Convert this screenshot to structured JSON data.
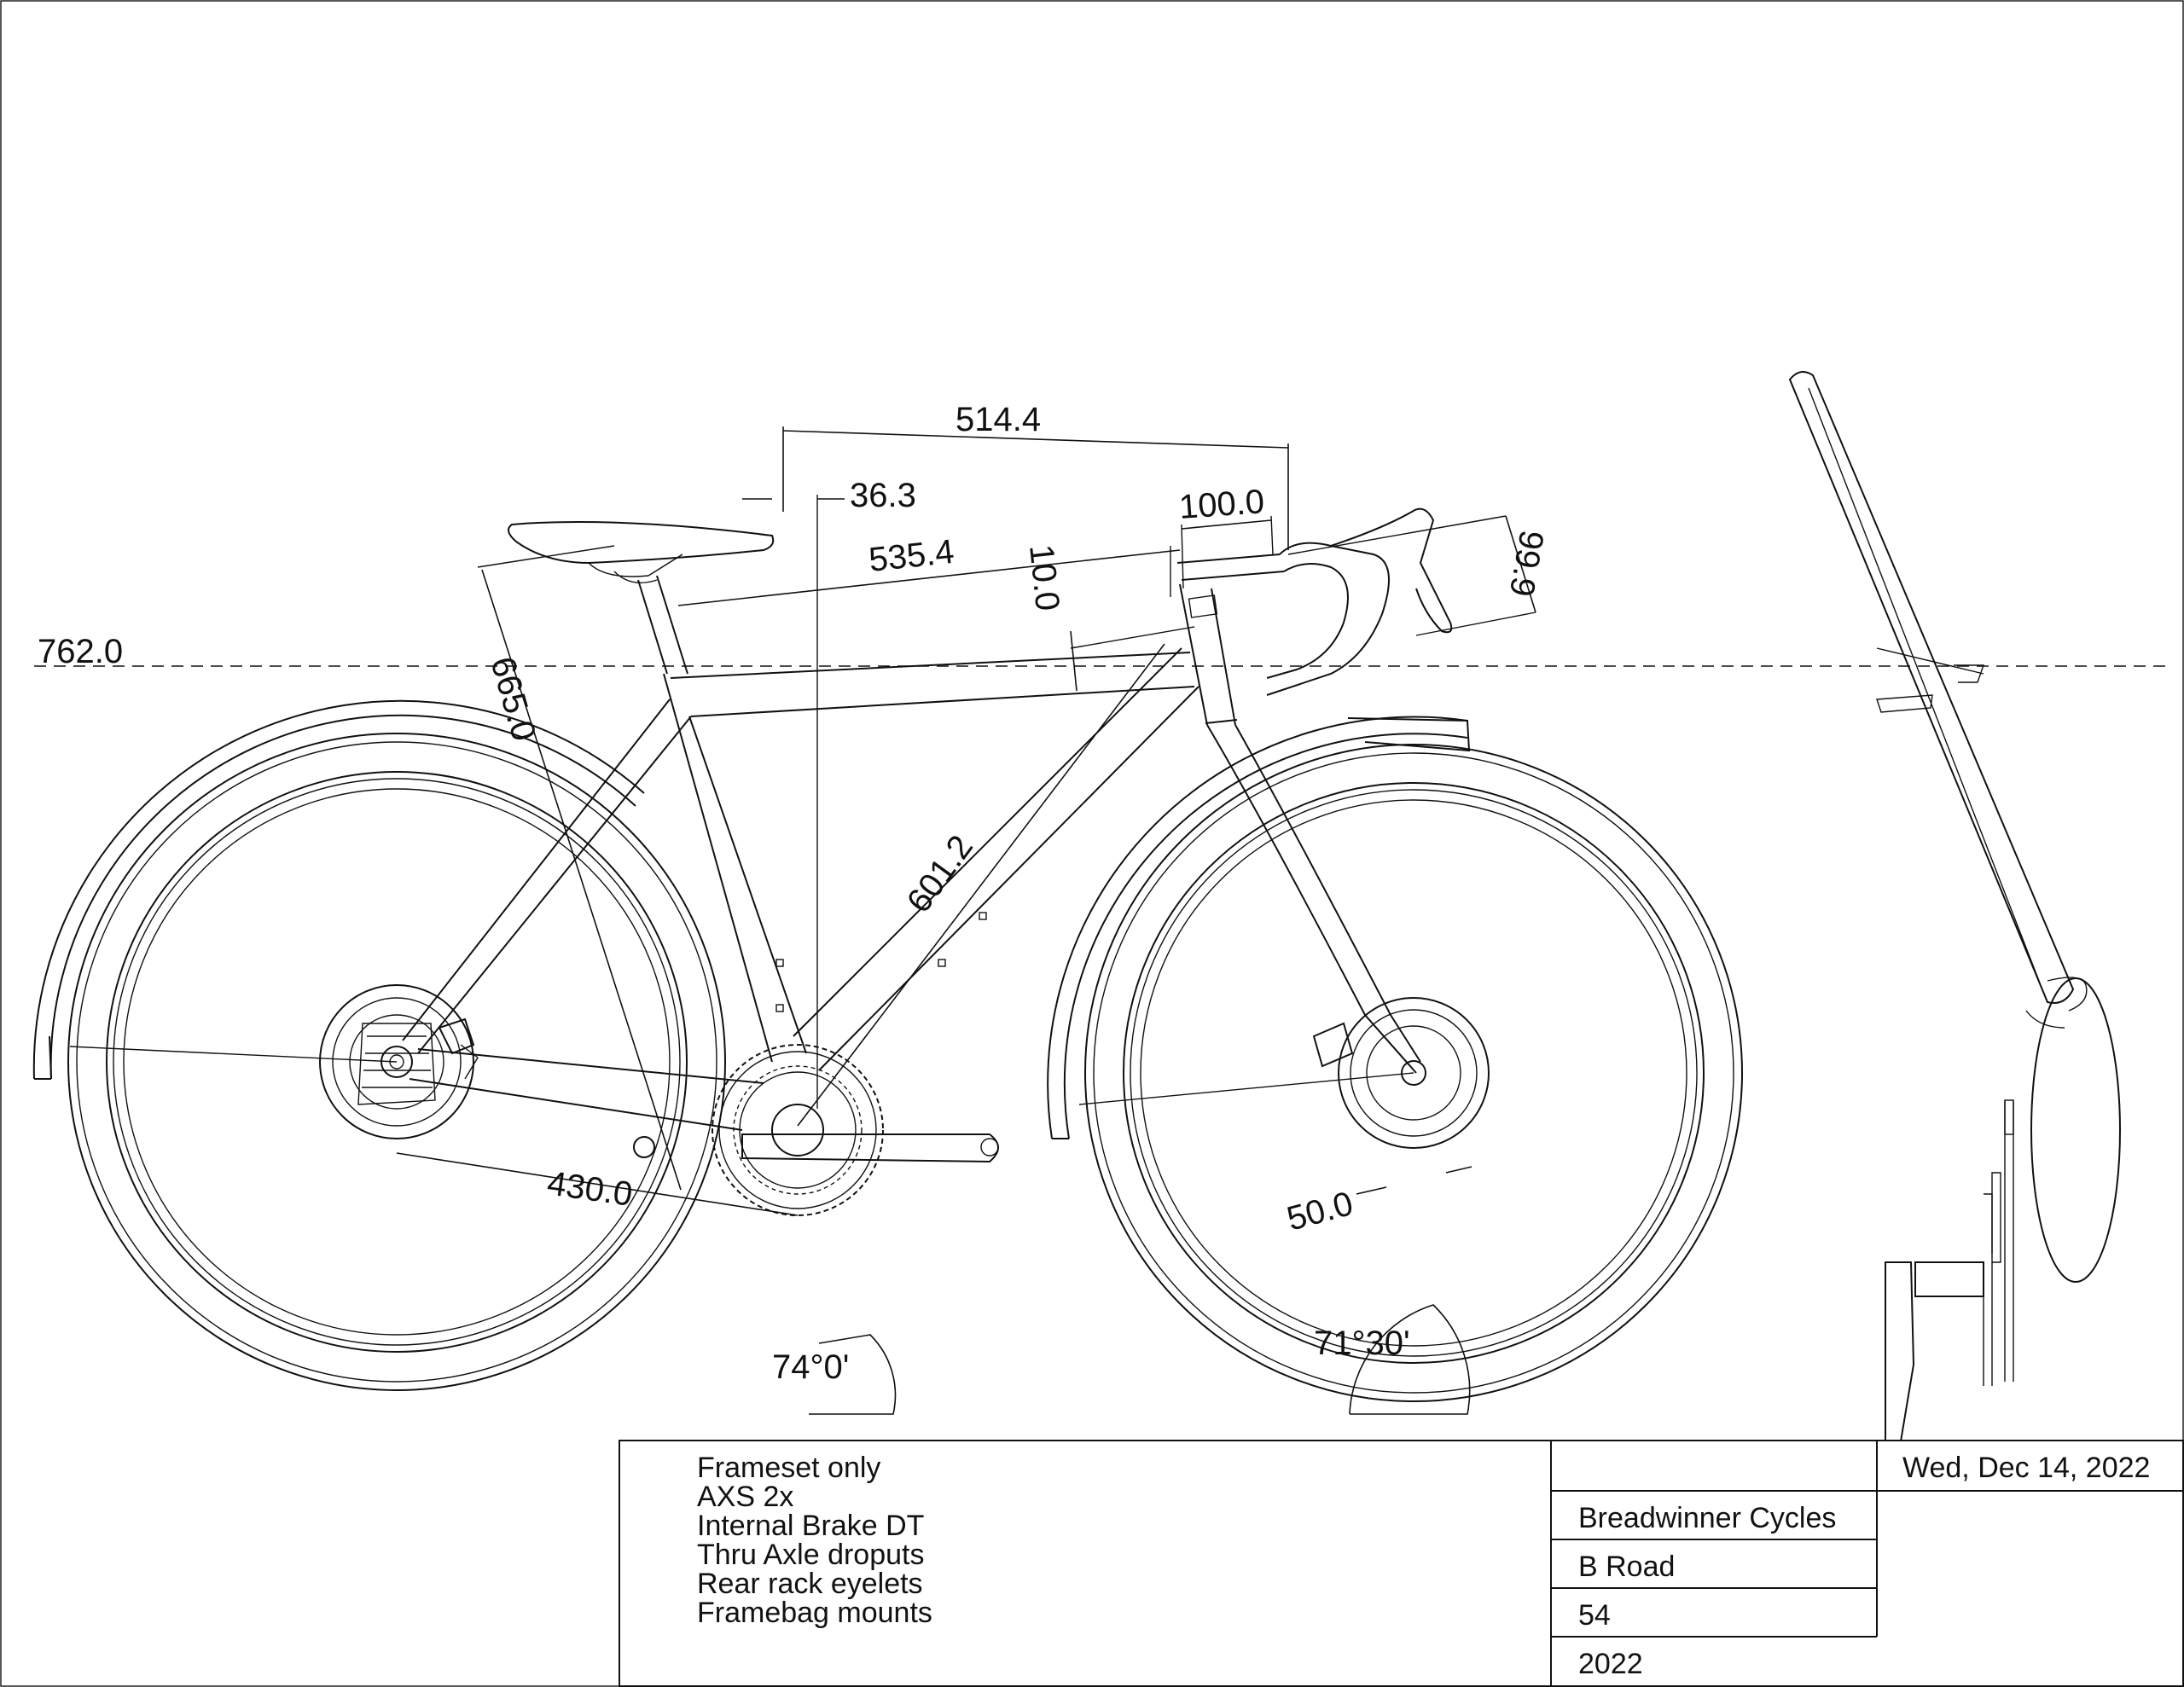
{
  "dimensions": {
    "horizon_height": "762.0",
    "saddle_to_bar": "514.4",
    "saddle_setback": "36.3",
    "effective_top_tube": "535.4",
    "stem_length": "100.0",
    "handlebar_drop": "99.9",
    "head_spacer": "10.0",
    "saddle_height": "665.0",
    "down_tube": "601.2",
    "chainstay": "430.0",
    "fork_offset": "50.0",
    "seat_angle": "74°0'",
    "head_angle": "71°30'"
  },
  "notes": [
    "Frameset only",
    "AXS 2x",
    "Internal Brake DT",
    "Thru Axle droputs",
    "Rear rack eyelets",
    "Framebag mounts"
  ],
  "title_block": {
    "date": "Wed, Dec 14, 2022",
    "builder": "Breadwinner Cycles",
    "model": "B Road",
    "size": "54",
    "year": "2022"
  }
}
